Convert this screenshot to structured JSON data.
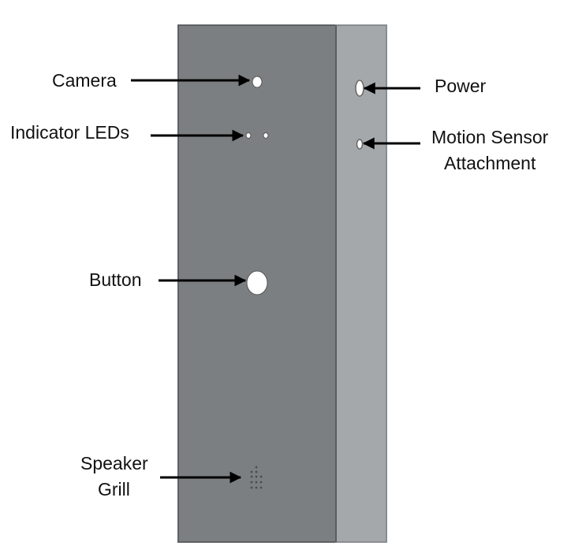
{
  "labels": {
    "camera": "Camera",
    "indicator_leds": "Indicator LEDs",
    "button": "Button",
    "speaker_line1": "Speaker",
    "speaker_line2": "Grill",
    "power": "Power",
    "motion_line1": "Motion Sensor",
    "motion_line2": "Attachment"
  },
  "colors": {
    "front_panel": "#7b7f81",
    "side_panel": "#a5a8ab",
    "outline": "#5e6163",
    "component": "#ffffff",
    "arrow": "#000000",
    "text": "#111111"
  }
}
